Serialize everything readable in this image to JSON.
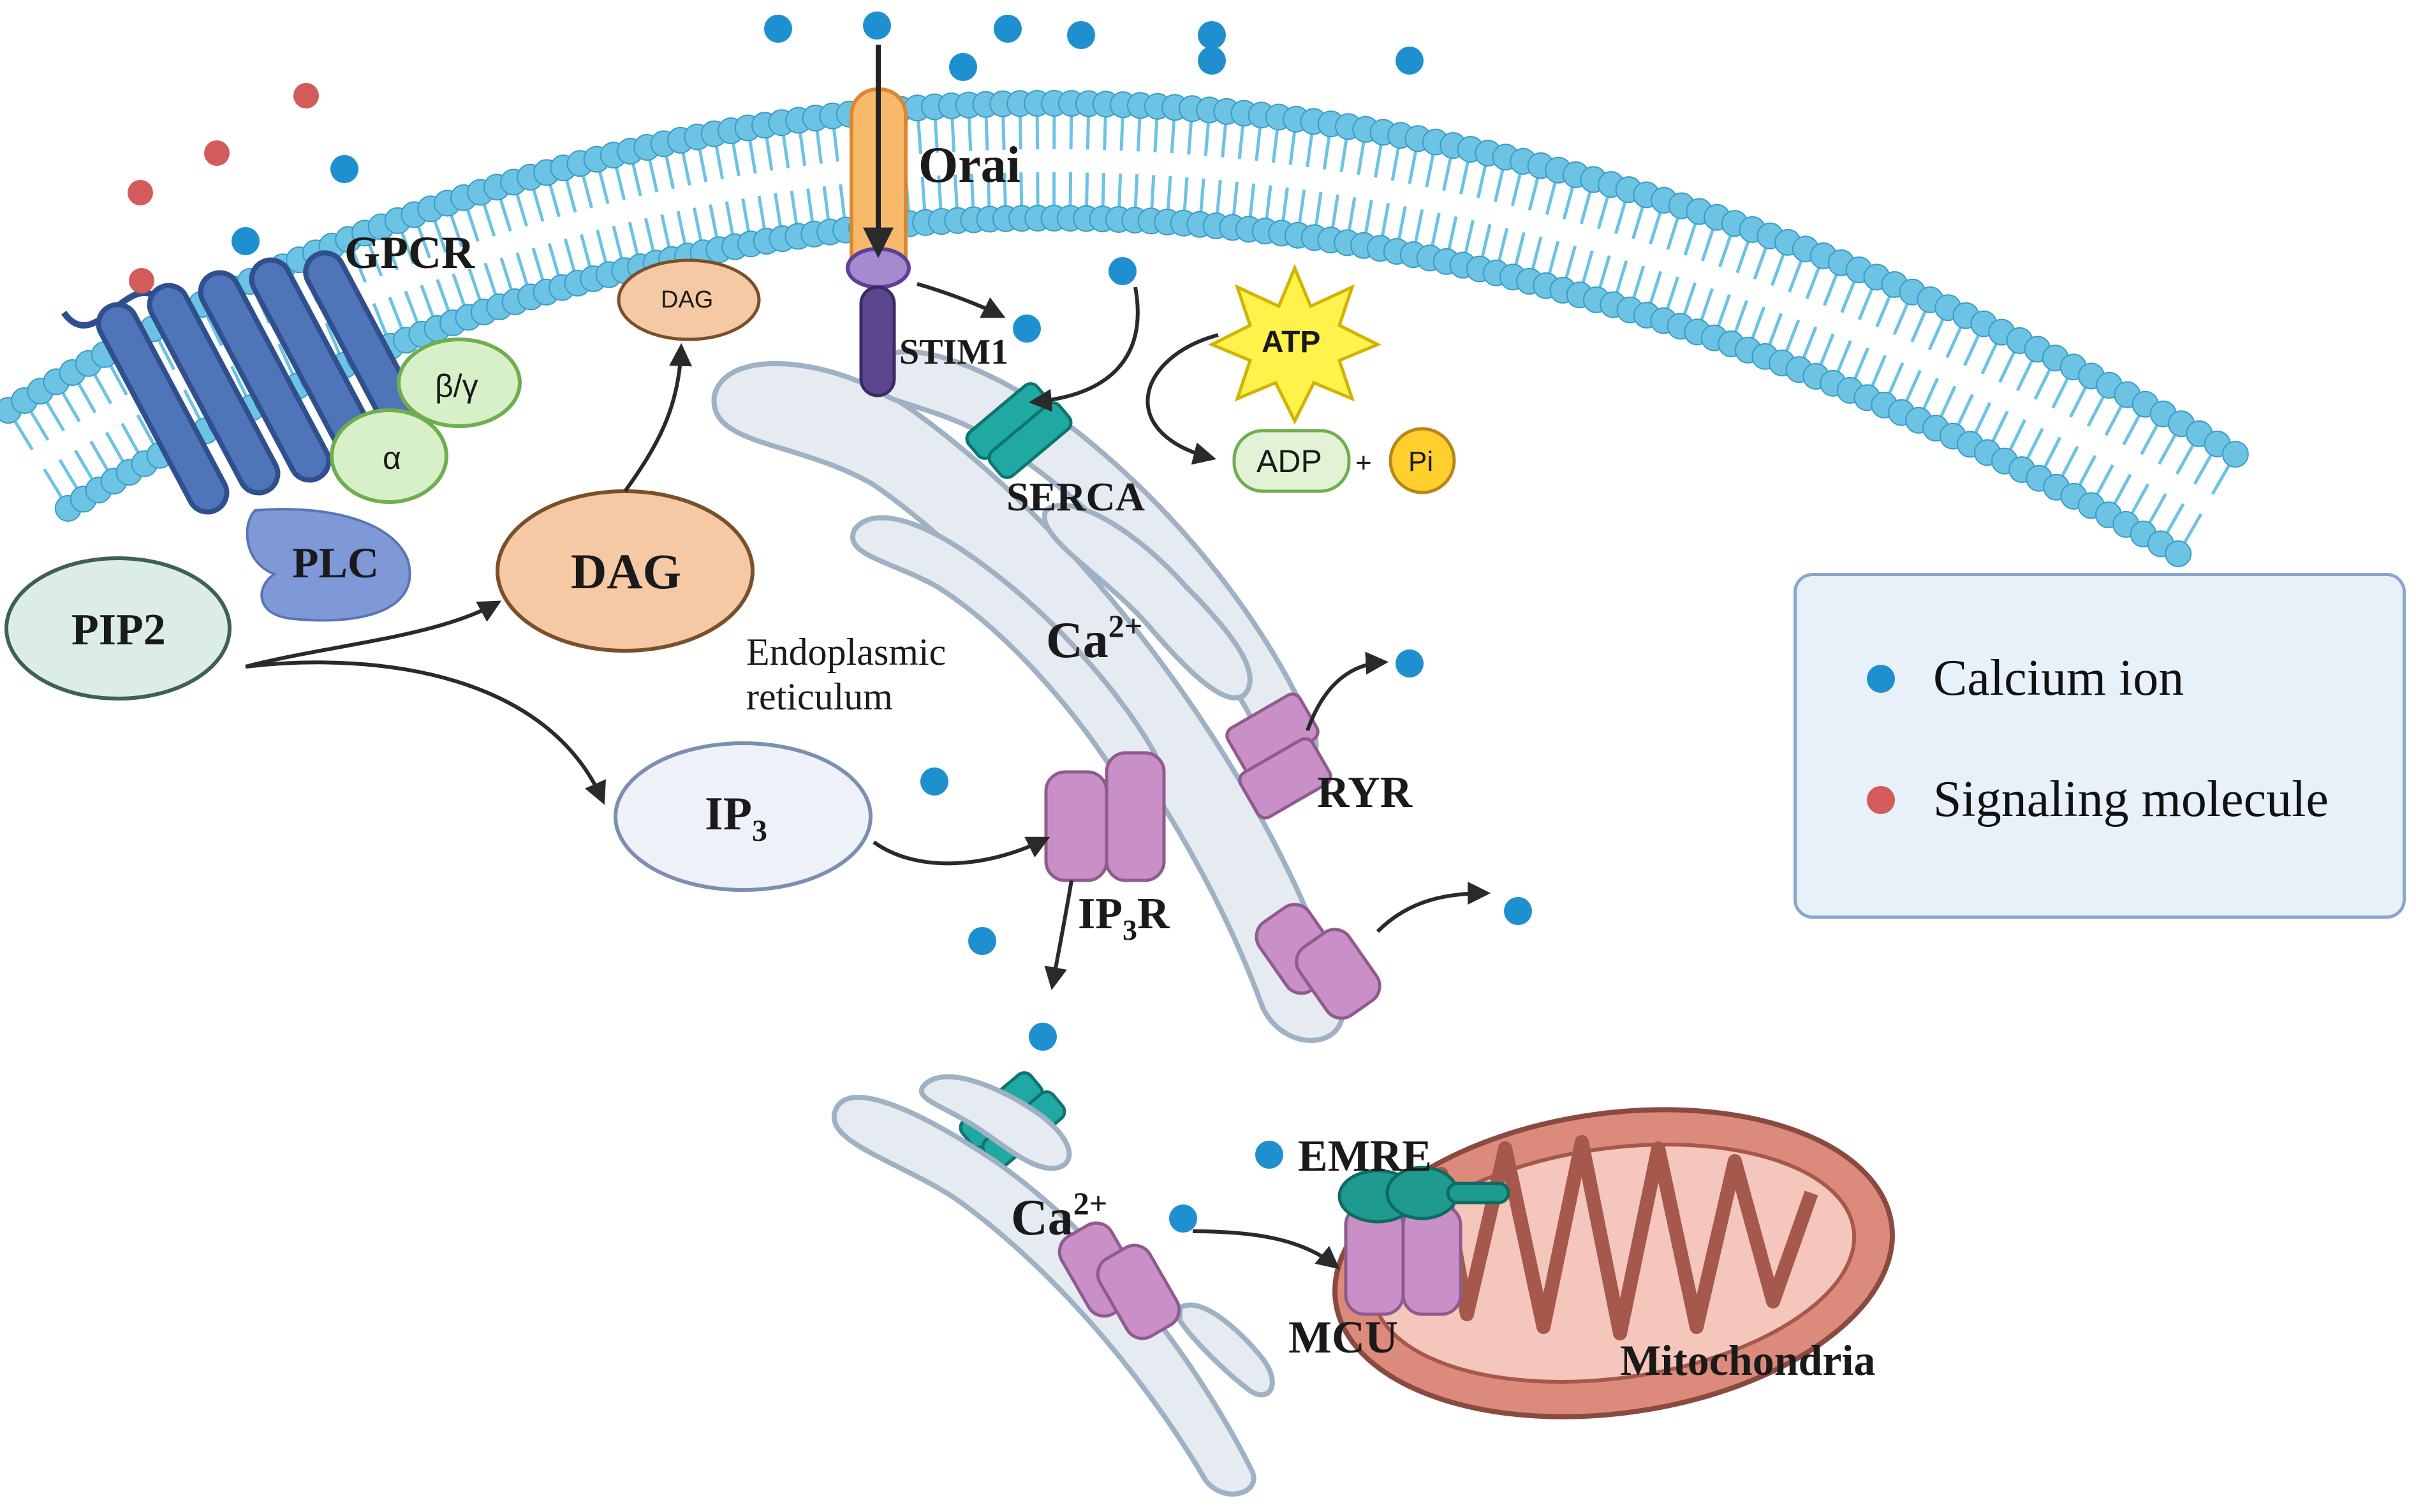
{
  "labels": {
    "gpcr": "GPCR",
    "orai": "Orai",
    "stim1": "STIM1",
    "dag_small": "DAG",
    "dag_large": "DAG",
    "alpha": "α",
    "beta_gamma": "β/γ",
    "plc": "PLC",
    "pip2": "PIP2",
    "ip3_base": "IP",
    "ip3_sub": "3",
    "serca_top": "SERCA",
    "atp": "ATP",
    "adp": "ADP",
    "plus": "+",
    "pi": "Pi",
    "er_line1": "Endoplasmic",
    "er_line2": "reticulum",
    "ca_er_base": "Ca",
    "ca_er_sup": "2+",
    "ryr": "RYR",
    "ip3r_base": "IP",
    "ip3r_sub": "3",
    "ip3r_tail": "R",
    "emre": "EMRE",
    "ca_mito_base": "Ca",
    "ca_mito_sup": "2+",
    "mcu": "MCU",
    "mitochondria": "Mitochondria"
  },
  "legend": {
    "items": [
      {
        "label": "Calcium ion",
        "color": "#1e90d0"
      },
      {
        "label": "Signaling molecule",
        "color": "#d35b5b"
      }
    ]
  },
  "colors": {
    "calcium": "#1e90d0",
    "signaling": "#d35b5b",
    "membrane": "#6cc3e4",
    "er_fill": "#e6ebf1",
    "er_stroke": "#9fb1c4",
    "channel_pink": "#c890c6",
    "serca_teal": "#1fa9a2",
    "mito": "#dc8a7c",
    "gpcr_blue": "#4f75b8"
  }
}
